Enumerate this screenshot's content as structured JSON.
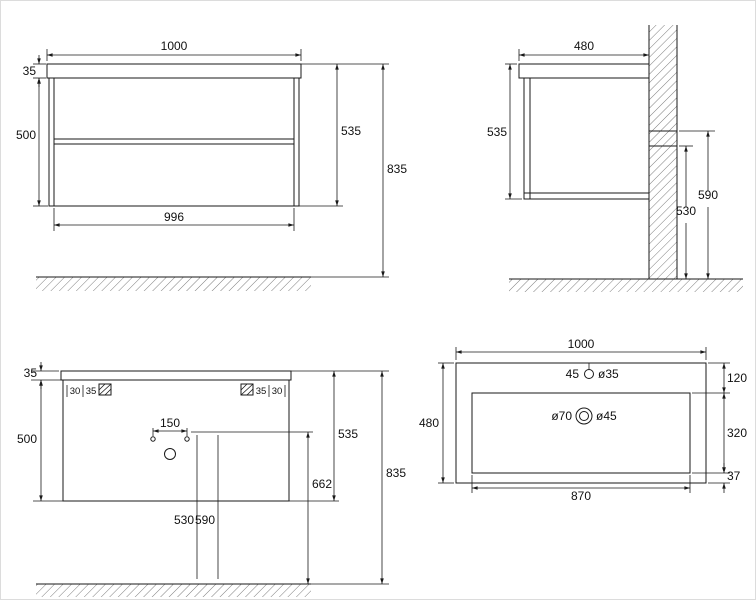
{
  "colors": {
    "line": "#1a1a1a",
    "background": "#ffffff",
    "hatch": "#6e6e6e"
  },
  "front_view": {
    "width": "1000",
    "countertop_thickness": "35",
    "carcass_height": "500",
    "total_height": "535",
    "height_above_floor": "835",
    "inner_width": "996"
  },
  "side_view": {
    "depth": "480",
    "total_height": "535",
    "rail_height_from_floor": "590",
    "bottom_height_from_floor": "530"
  },
  "detail_view": {
    "countertop_thickness": "35",
    "offsets_left": [
      "30",
      "35"
    ],
    "offsets_right": [
      "35",
      "30"
    ],
    "carcass_height": "500",
    "hole_spacing": "150",
    "total_height": "535",
    "hole_height_from_floor": "662",
    "height_above_floor": "835",
    "hole_position_a": "530",
    "hole_position_b": "590"
  },
  "basin_view": {
    "width": "1000",
    "depth": "480",
    "faucet_offset": "45",
    "faucet_hole_diameter": "ø35",
    "drain_outer_diameter": "ø70",
    "drain_hole_diameter": "ø45",
    "rim_to_basin_top": "120",
    "basin_depth": "320",
    "rim_to_basin_bottom": "37",
    "basin_width": "870"
  }
}
